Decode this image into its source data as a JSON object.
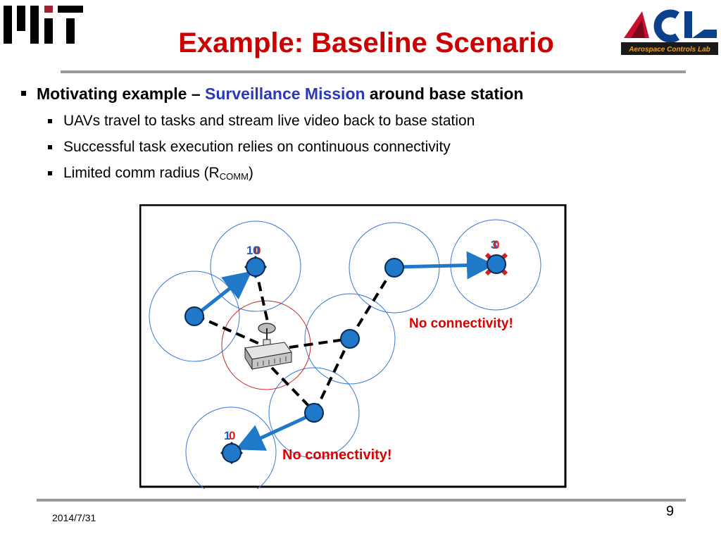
{
  "slide": {
    "title": "Example: Baseline Scenario",
    "date": "2014/7/31",
    "page_number": "9"
  },
  "logos": {
    "left": {
      "text": "MIT",
      "icon": "mit-logo"
    },
    "right": {
      "text": "ACL",
      "subtitle": "Aerospace Controls Lab",
      "icon": "acl-logo"
    }
  },
  "bullets": {
    "main": {
      "prefix": "Motivating example – ",
      "highlight": "Surveillance Mission",
      "suffix": " around base station"
    },
    "sub": [
      {
        "text": "UAVs travel to tasks and stream live video back to base station"
      },
      {
        "text": "Successful task execution relies on continuous connectivity"
      },
      {
        "text_before": "Limited comm radius (R",
        "subscript": "COMM",
        "text_after": ")"
      }
    ]
  },
  "diagram": {
    "warnings": [
      "No connectivity!",
      "No connectivity!"
    ],
    "task_labels": [
      {
        "front": "1",
        "back": "0"
      },
      {
        "front": "3",
        "back": "0"
      },
      {
        "front": "1",
        "back": "0"
      }
    ],
    "colors": {
      "node": "#1f78c8",
      "node_stroke": "#0a2a55",
      "arrow": "#1f78c8",
      "comm_circle": "#3a78d8",
      "base_circle": "#cc2222",
      "warning": "#dd0000",
      "task_label_blue": "#1f5fb0",
      "task_label_red": "#d42020"
    }
  }
}
